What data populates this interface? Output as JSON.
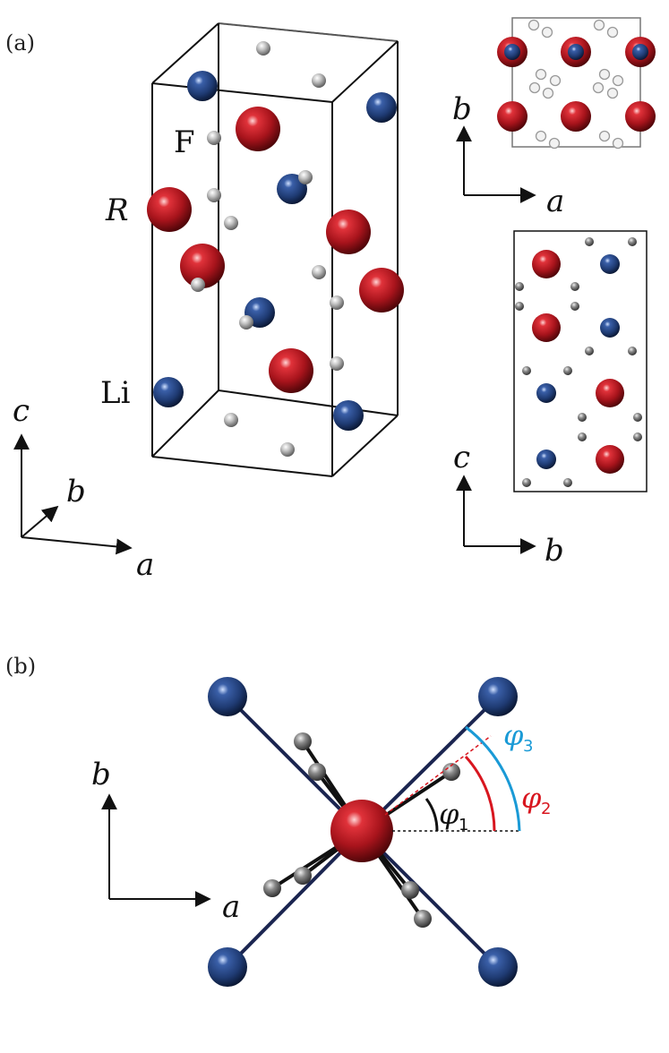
{
  "panels": {
    "a": {
      "label": "(a)"
    },
    "b": {
      "label": "(b)"
    }
  },
  "atoms": {
    "fluorine": "F",
    "rare_earth": "R",
    "lithium": "Li"
  },
  "axes": {
    "main_3d": {
      "c": "c",
      "b": "b",
      "a": "a"
    },
    "top_view": {
      "b": "b",
      "a": "a"
    },
    "side_view": {
      "c": "c",
      "b": "b"
    },
    "panel_b": {
      "b": "b",
      "a": "a"
    }
  },
  "angles": {
    "phi1": {
      "symbol": "φ",
      "sub": "1"
    },
    "phi2": {
      "symbol": "φ",
      "sub": "2"
    },
    "phi3": {
      "symbol": "φ",
      "sub": "3"
    }
  },
  "colors": {
    "rare_earth": "#a8141c",
    "lithium": "#1f3b73",
    "fluorine": "#b5b5b5",
    "phi1": "#111111",
    "phi2": "#d8161f",
    "phi3": "#1a9ad6"
  }
}
